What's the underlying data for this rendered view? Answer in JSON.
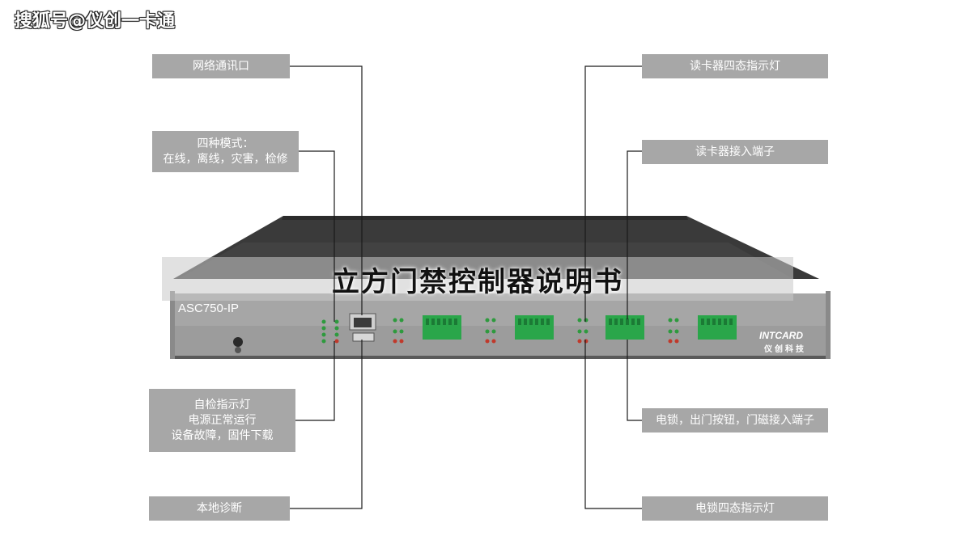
{
  "watermark": "搜狐号@仪创一卡通",
  "title": "立方门禁控制器说明书",
  "device": {
    "model": "ASC750-IP",
    "brand": "INTCARD",
    "brand_cn": "仪创科技"
  },
  "callouts": {
    "network_port": [
      "网络通讯口"
    ],
    "four_modes": [
      "四种模式：",
      "在线，离线，灾害，检修"
    ],
    "self_check": [
      "自检指示灯",
      "电源正常运行",
      "设备故障，固件下载"
    ],
    "local_diag": [
      "本地诊断"
    ],
    "reader_led": [
      "读卡器四态指示灯"
    ],
    "reader_terminal": [
      "读卡器接入端子"
    ],
    "lock_terminal": [
      "电锁，出门按钮，门磁接入端子"
    ],
    "lock_led": [
      "电锁四态指示灯"
    ]
  },
  "colors": {
    "callout_bg": "#a7a7a7",
    "line": "#1a1a1a",
    "panel": "#9e9e9e",
    "terminal": "#2aa64a"
  }
}
